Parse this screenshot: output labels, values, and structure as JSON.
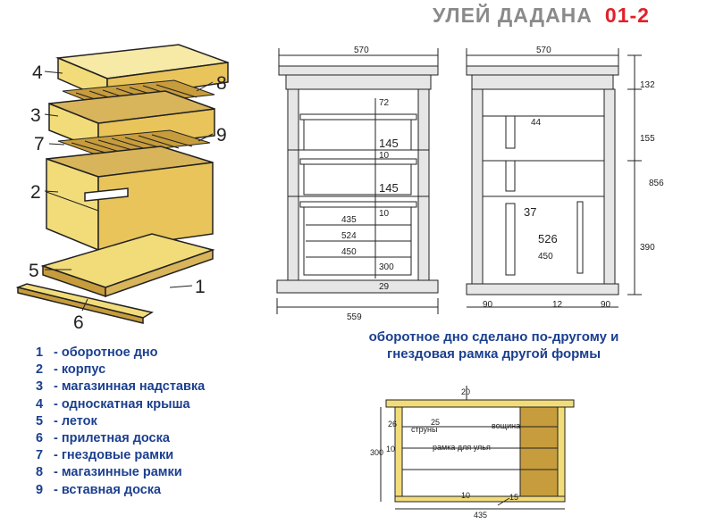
{
  "header": {
    "title": "УЛЕЙ ДАДАНА",
    "code": "01-2"
  },
  "callouts": [
    "4",
    "8",
    "3",
    "7",
    "9",
    "2",
    "5",
    "1",
    "6"
  ],
  "legend": [
    {
      "num": "1",
      "text": "- оборотное дно"
    },
    {
      "num": "2",
      "text": "- корпус"
    },
    {
      "num": "3",
      "text": "- магазинная надставка"
    },
    {
      "num": "4",
      "text": "- односкатная крыша"
    },
    {
      "num": "5",
      "text": "- леток"
    },
    {
      "num": "6",
      "text": "- прилетная доска"
    },
    {
      "num": "7",
      "text": "- гнездовые рамки"
    },
    {
      "num": "8",
      "text": "- магазинные рамки"
    },
    {
      "num": "9",
      "text": "- вставная доска"
    }
  ],
  "note": {
    "line1": "оборотное дно сделано по-другому и",
    "line2": "гнездовая рамка другой формы"
  },
  "front_view": {
    "width_top": "570",
    "d72": "72",
    "d145a": "145",
    "d10a": "10",
    "d145b": "145",
    "d10b": "10",
    "d435": "435",
    "d524": "524",
    "d450": "450",
    "d300": "300",
    "d29": "29",
    "d559": "559"
  },
  "side_view": {
    "width_top": "570",
    "d44": "44",
    "d37": "37",
    "d526": "526",
    "d450": "450",
    "d132": "132",
    "d155": "155",
    "d856": "856",
    "d390": "390",
    "d90a": "90",
    "d12": "12",
    "d90b": "90"
  },
  "frame_view": {
    "d20": "20",
    "d25a": "25",
    "d26": "26",
    "d300": "300",
    "d10a": "10",
    "d10b": "10",
    "d435": "435",
    "d15": "15",
    "struny": "струны",
    "voshchina": "вощина",
    "ramka": "рамка для улья"
  },
  "colors": {
    "title_grey": "#8a8a8a",
    "code_red": "#e0202a",
    "legend_blue": "#1b3f8f",
    "wood": "#f2dc7a",
    "wood_dark": "#c79c3c",
    "line": "#222222"
  }
}
